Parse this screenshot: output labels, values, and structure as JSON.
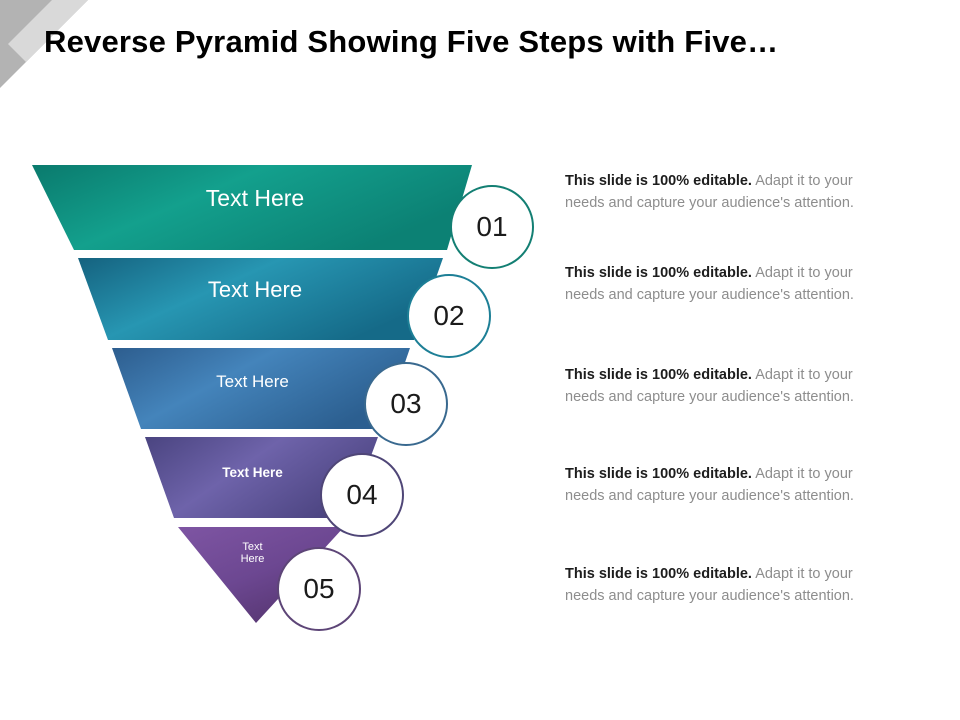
{
  "slide": {
    "title": "Reverse Pyramid Showing Five Steps with Five…",
    "background": "#ffffff",
    "corner_decoration": {
      "icon": "corner-triangle-decoration",
      "primary_color": "#b3b3b3",
      "stripe_color": "#d9d9d9"
    }
  },
  "funnel": {
    "type": "inverted-pyramid",
    "step_count": 5,
    "steps": [
      {
        "number": "01",
        "label": "Text Here",
        "fill_start": "#13a08d",
        "fill_end": "#0a7a6d",
        "circle_border": "#137f73",
        "number_color": "#1b1b1b"
      },
      {
        "number": "02",
        "label": "Text Here",
        "fill_start": "#2492ae",
        "fill_end": "#14627f",
        "circle_border": "#1d7f96",
        "number_color": "#1b1b1b"
      },
      {
        "number": "03",
        "label": "Text Here",
        "fill_start": "#3f7fb5",
        "fill_end": "#2b5c8d",
        "circle_border": "#39698f",
        "number_color": "#1b1b1b"
      },
      {
        "number": "04",
        "label": "Text Here",
        "fill_start": "#6a5fa6",
        "fill_end": "#4b4580",
        "circle_border": "#4f4677",
        "number_color": "#1b1b1b"
      },
      {
        "number": "05",
        "label": "Text\nHere",
        "label_line1": "Text",
        "label_line2": "Here",
        "fill_start": "#7b52a0",
        "fill_end": "#5a3b78",
        "circle_border": "#5d4577",
        "number_color": "#1b1b1b"
      }
    ]
  },
  "descriptions": [
    {
      "bold": "This slide is 100% editable.",
      "rest": " Adapt it to your needs and capture your audience's attention."
    },
    {
      "bold": "This slide is 100% editable.",
      "rest": " Adapt it to your needs and capture your audience's attention."
    },
    {
      "bold": "This slide is 100% editable.",
      "rest": " Adapt it to your needs and capture your audience's attention."
    },
    {
      "bold": "This slide is 100% editable.",
      "rest": " Adapt it to your needs and capture your audience's attention."
    },
    {
      "bold": "This slide is 100% editable.",
      "rest": " Adapt it to your needs and capture your audience's attention."
    }
  ]
}
